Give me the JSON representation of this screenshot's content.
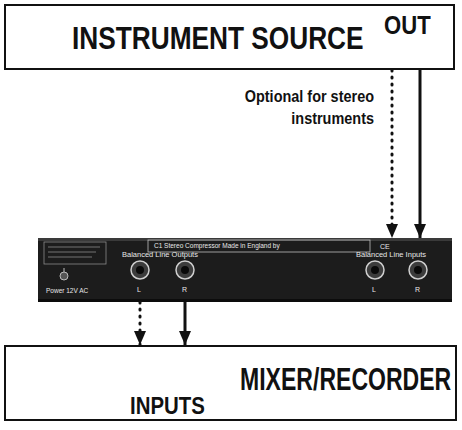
{
  "diagram": {
    "nodes": [
      {
        "text": [
          "INSTRUMENT SOURCE",
          "OUT"
        ]
      },
      {
        "text": [
          "Balanced Line Outputs",
          "Balanced Line Inputs"
        ]
      },
      {
        "text": [
          "MIXER/RECORDER",
          "INPUTS"
        ]
      }
    ],
    "edges": [
      {
        "from": 0,
        "to": 1,
        "arrow": "to"
      },
      {
        "from": 0,
        "to": 1,
        "arrow": "to",
        "label": "Optional for stereo instruments"
      },
      {
        "from": 1,
        "to": 2,
        "arrow": "to"
      },
      {
        "from": 1,
        "to": 2,
        "arrow": "to"
      }
    ],
    "labels": [
      "C1 Stereo Compressor Made in England by",
      "CE",
      "Power 12V AC",
      "L",
      "R",
      "L",
      "R"
    ]
  }
}
